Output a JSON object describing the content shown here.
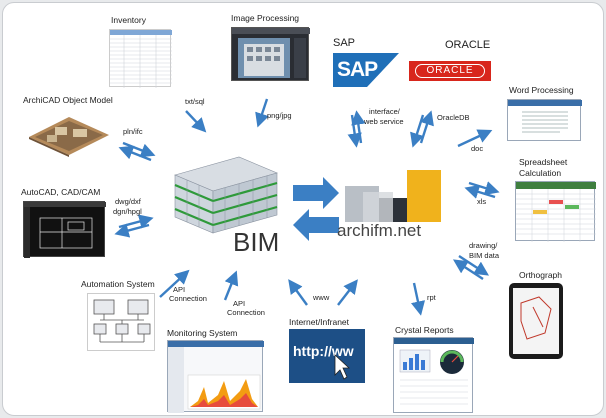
{
  "colors": {
    "arrow": "#3b7fc4",
    "bim_text": "#333333",
    "sap_blue": "#1f6fb8",
    "oracle_red": "#d8261c"
  },
  "nodes": {
    "inventory": "Inventory",
    "image_processing": "Image Processing",
    "sap": "SAP",
    "sap_logo": "SAP",
    "oracle": "ORACLE",
    "oracle_logo": "ORACLE",
    "archicad": "ArchiCAD Object Model",
    "word": "Word Processing",
    "spreadsheet_line1": "Spreadsheet",
    "spreadsheet_line2": "Calculation",
    "autocad": "AutoCAD, CAD/CAM",
    "automation": "Automation System",
    "monitoring": "Monitoring System",
    "internet": "Internet/Infranet",
    "crystal": "Crystal Reports",
    "orthograph": "Orthograph",
    "bim": "BIM",
    "archifm": "archifm.net",
    "url_text": "http://ww"
  },
  "edges": {
    "txt_sql": "txt/sql",
    "png_jpg": "png/jpg",
    "interface_1": "interface/",
    "interface_2": "web service",
    "oracledb": "OracleDB",
    "pln_ifc": "pln/ifc",
    "doc": "doc",
    "dwg_1": "dwg/dxf",
    "dwg_2": "dgn/hpgl",
    "xls": "xls",
    "drawing_1": "drawing/",
    "drawing_2": "BIM data",
    "api1_1": "API",
    "api1_2": "Connection",
    "api2_1": "API",
    "api2_2": "Connection",
    "www": "www",
    "rpt": "rpt"
  }
}
